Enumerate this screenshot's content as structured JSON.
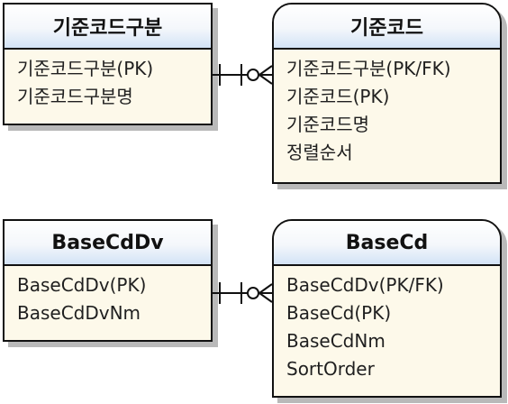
{
  "diagrams": [
    {
      "parent": {
        "title": "기준코드구분",
        "attributes": [
          "기준코드구분(PK)",
          "기준코드구분명"
        ]
      },
      "child": {
        "title": "기준코드",
        "attributes": [
          "기준코드구분(PK/FK)",
          "기준코드(PK)",
          "기준코드명",
          "정렬순서"
        ]
      },
      "relationship": "one-to-many"
    },
    {
      "parent": {
        "title": "BaseCdDv",
        "attributes": [
          "BaseCdDv(PK)",
          "BaseCdDvNm"
        ]
      },
      "child": {
        "title": "BaseCd",
        "attributes": [
          "BaseCdDv(PK/FK)",
          "BaseCd(PK)",
          "BaseCdNm",
          "SortOrder"
        ]
      },
      "relationship": "one-to-many"
    }
  ]
}
